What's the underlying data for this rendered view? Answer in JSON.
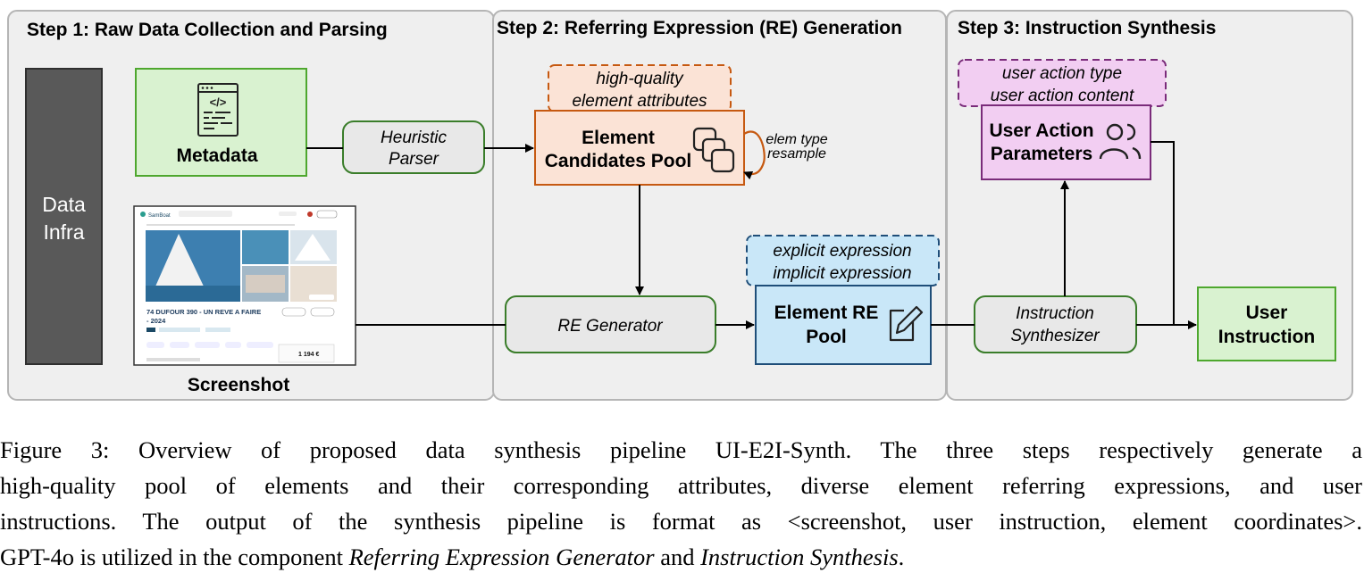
{
  "steps": {
    "step1_title": "Step 1: Raw Data Collection and Parsing",
    "step2_title": "Step 2: Referring Expression (RE) Generation",
    "step3_title": "Step 3: Instruction Synthesis"
  },
  "nodes": {
    "data_infra_line1": "Data",
    "data_infra_line2": "Infra",
    "metadata": "Metadata",
    "screenshot": "Screenshot",
    "heuristic_parser_line1": "Heuristic",
    "heuristic_parser_line2": "Parser",
    "element_candidates_line1": "Element",
    "element_candidates_line2": "Candidates Pool",
    "elem_resample_line1": "elem type",
    "elem_resample_line2": "resample",
    "hq_attr_line1": "high-quality",
    "hq_attr_line2": "element attributes",
    "re_generator": "RE Generator",
    "explicit_expr": "explicit expression",
    "implicit_expr": "implicit expression",
    "element_re_line1": "Element RE",
    "element_re_line2": "Pool",
    "user_action_type": "user action type",
    "user_action_content": "user action content",
    "user_action_params_line1": "User Action",
    "user_action_params_line2": "Parameters",
    "instruction_synth_line1": "Instruction",
    "instruction_synth_line2": "Synthesizer",
    "user_instruction_line1": "User",
    "user_instruction_line2": "Instruction"
  },
  "screenshot_mock": {
    "brand": "SamBoat",
    "title_line1": "74 DUFOUR 390 - UN REVE A FAIRE",
    "title_line2": "- 2024",
    "price": "1 194 €"
  },
  "colors": {
    "panel_bg": "#efefef",
    "panel_border": "#b5b5b5",
    "infra": "#595959",
    "metadata_fill": "#d9f2d0",
    "metadata_border": "#4ea72e",
    "candidates_fill": "#fbe3d6",
    "candidates_border": "#c65911",
    "re_pool_fill": "#c9e7f8",
    "re_pool_border": "#1f4e79",
    "params_fill": "#f2cef2",
    "params_border": "#7a2b7a",
    "user_instr_fill": "#d9f2d0",
    "user_instr_border": "#4ea72e"
  },
  "caption": {
    "label": "Figure 3:",
    "line1": "Overview of proposed data synthesis pipeline UI-E2I-Synth.  The three steps respectively generate a",
    "line2": "high-quality pool of elements and their corresponding attributes, diverse element referring expressions, and user",
    "line3": "instructions. The output of the synthesis pipeline is format as <screenshot, user instruction, element coordinates>.",
    "line4_start": "GPT-4o is utilized in the component",
    "line4_em1": "Referring Expression Generator",
    "line4_and": "and",
    "line4_em2": "Instruction Synthesis",
    "line4_end": "."
  }
}
